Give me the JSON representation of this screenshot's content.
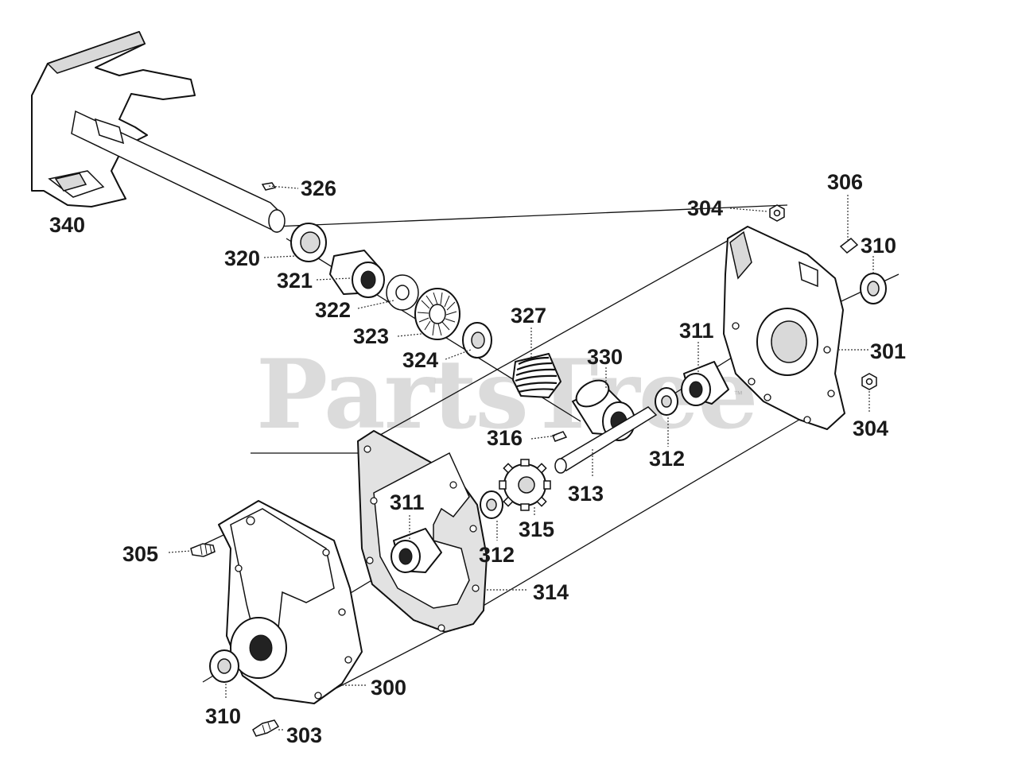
{
  "watermark": {
    "text": "PartsTree",
    "trademark": "™"
  },
  "parts": [
    {
      "id": "326",
      "label": "326"
    },
    {
      "id": "340",
      "label": "340"
    },
    {
      "id": "320",
      "label": "320"
    },
    {
      "id": "321",
      "label": "321"
    },
    {
      "id": "322",
      "label": "322"
    },
    {
      "id": "323",
      "label": "323"
    },
    {
      "id": "324",
      "label": "324"
    },
    {
      "id": "327",
      "label": "327"
    },
    {
      "id": "330",
      "label": "330"
    },
    {
      "id": "311a",
      "label": "311"
    },
    {
      "id": "304a",
      "label": "304"
    },
    {
      "id": "306",
      "label": "306"
    },
    {
      "id": "310a",
      "label": "310"
    },
    {
      "id": "301",
      "label": "301"
    },
    {
      "id": "304b",
      "label": "304"
    },
    {
      "id": "312a",
      "label": "312"
    },
    {
      "id": "316",
      "label": "316"
    },
    {
      "id": "313",
      "label": "313"
    },
    {
      "id": "315",
      "label": "315"
    },
    {
      "id": "311b",
      "label": "311"
    },
    {
      "id": "312b",
      "label": "312"
    },
    {
      "id": "314",
      "label": "314"
    },
    {
      "id": "305",
      "label": "305"
    },
    {
      "id": "300",
      "label": "300"
    },
    {
      "id": "310b",
      "label": "310"
    },
    {
      "id": "303",
      "label": "303"
    }
  ]
}
